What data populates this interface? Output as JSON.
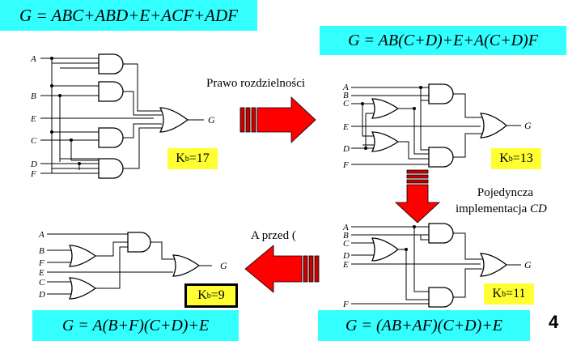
{
  "formulas": {
    "top_left": "G = ABC+ABD+E+ACF+ADF",
    "top_right": "G = AB(C+D)+E+A(C+D)F",
    "bottom_left": "G = A(B+F)(C+D)+E",
    "bottom_right": "G = (AB+AF)(C+D)+E"
  },
  "costs": {
    "k1": {
      "prefix": "K",
      "sub": "b",
      "value": "=17"
    },
    "k2": {
      "prefix": "K",
      "sub": "b",
      "value": "=13"
    },
    "k3": {
      "prefix": "K",
      "sub": "b",
      "value": "=11"
    },
    "k4": {
      "prefix": "K",
      "sub": "b",
      "value": "=9"
    }
  },
  "captions": {
    "distributive": "Prawo rozdzielności",
    "single_impl_line1": "Pojedyncza",
    "single_impl_line2_text": "implementacja ",
    "single_impl_line2_italic": "CD",
    "before": "A przed ("
  },
  "page_number": "4",
  "input_labels": {
    "c1": [
      "A",
      "B",
      "E",
      "C",
      "D",
      "F"
    ],
    "c2": [
      "A",
      "B",
      "C",
      "E",
      "D",
      "F"
    ],
    "c3": [
      "A",
      "B",
      "C",
      "D",
      "E",
      "F"
    ],
    "c4": [
      "A",
      "B",
      "F",
      "E",
      "C",
      "D"
    ]
  },
  "output_label": "G",
  "colors": {
    "formula_bg": "#33ffff",
    "cost_bg": "#ffff33",
    "arrow": "#ff0000"
  }
}
